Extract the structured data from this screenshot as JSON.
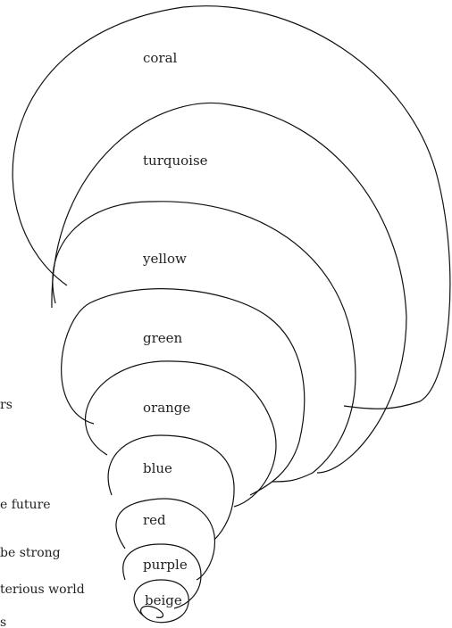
{
  "layers": [
    {
      "id": "coral",
      "label": "coral"
    },
    {
      "id": "turquoise",
      "label": "turquoise"
    },
    {
      "id": "yellow",
      "label": "yellow"
    },
    {
      "id": "green",
      "label": "green"
    },
    {
      "id": "orange",
      "label": "orange"
    },
    {
      "id": "blue",
      "label": "blue"
    },
    {
      "id": "red",
      "label": "red"
    },
    {
      "id": "purple",
      "label": "purple"
    },
    {
      "id": "beige",
      "label": "beige"
    }
  ],
  "side_text": [
    "rs",
    "e future",
    "be strong",
    "terious world",
    "s"
  ]
}
